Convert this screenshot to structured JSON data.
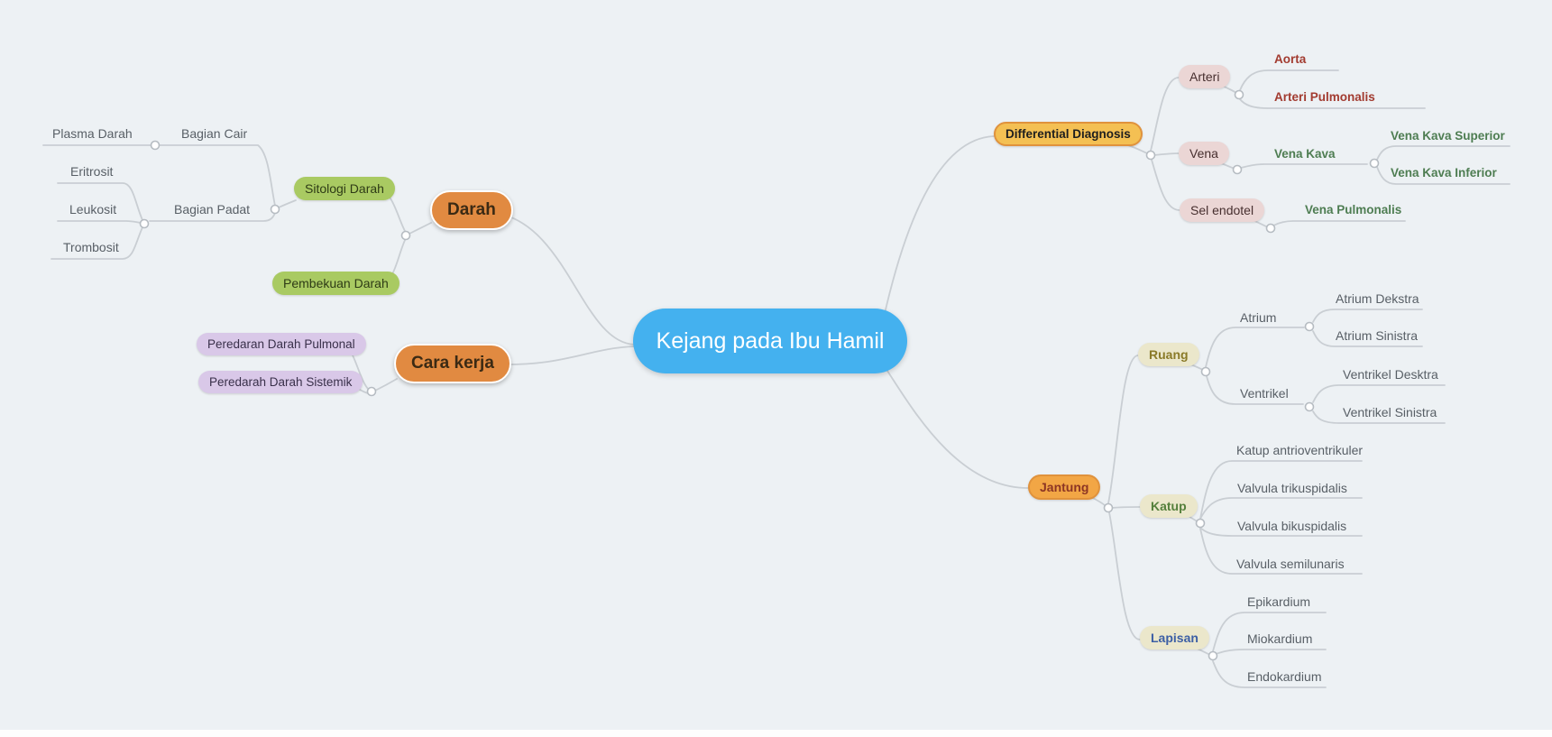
{
  "palette": {
    "background": "#edf1f4",
    "connector": "#c9ced3",
    "root_fill": "#44b1ef",
    "branch_orange": "#e18a41",
    "amber_fill": "#f4c053",
    "amber_border": "#e0923c",
    "green_fill": "#a9ca62",
    "lavender_fill": "#d9c8e8",
    "pink_fill": "#ebd6d5",
    "beige_fill": "#ebe7cb",
    "red_text": "#a23b30",
    "dark_green_text": "#4e7d52",
    "olive_text": "#8a7a28",
    "green_label_text": "#55803c",
    "blue_text": "#3c5fa5",
    "gray_text": "#585f66"
  },
  "nodes": {
    "root": {
      "label": "Kejang pada Ibu Hamil"
    },
    "darah": {
      "label": "Darah"
    },
    "sitologi_darah": {
      "label": "Sitologi Darah"
    },
    "pembekuan_darah": {
      "label": "Pembekuan Darah"
    },
    "bagian_cair": {
      "label": "Bagian Cair"
    },
    "plasma_darah": {
      "label": "Plasma Darah"
    },
    "bagian_padat": {
      "label": "Bagian Padat"
    },
    "eritrosit": {
      "label": "Eritrosit"
    },
    "leukosit": {
      "label": "Leukosit"
    },
    "trombosit": {
      "label": "Trombosit"
    },
    "cara_kerja": {
      "label": "Cara kerja"
    },
    "peredaran_darah_pulmonal": {
      "label": "Peredaran Darah Pulmonal"
    },
    "peredarah_darah_sistemik": {
      "label": "Peredarah Darah Sistemik"
    },
    "differential_diagnosis": {
      "label": "Differential Diagnosis"
    },
    "arteri": {
      "label": "Arteri"
    },
    "aorta": {
      "label": "Aorta"
    },
    "arteri_pulmonalis": {
      "label": "Arteri Pulmonalis"
    },
    "vena": {
      "label": "Vena"
    },
    "vena_kava": {
      "label": "Vena Kava"
    },
    "vena_kava_superior": {
      "label": "Vena Kava Superior"
    },
    "vena_kava_inferior": {
      "label": "Vena Kava Inferior"
    },
    "sel_endotel": {
      "label": "Sel endotel"
    },
    "vena_pulmonalis": {
      "label": "Vena Pulmonalis"
    },
    "jantung": {
      "label": "Jantung"
    },
    "ruang": {
      "label": "Ruang"
    },
    "atrium": {
      "label": "Atrium"
    },
    "atrium_dekstra": {
      "label": "Atrium Dekstra"
    },
    "atrium_sinistra": {
      "label": "Atrium Sinistra"
    },
    "ventrikel": {
      "label": "Ventrikel"
    },
    "ventrikel_desktra": {
      "label": "Ventrikel Desktra"
    },
    "ventrikel_sinistra": {
      "label": "Ventrikel Sinistra"
    },
    "katup": {
      "label": "Katup"
    },
    "katup_antrioventrikuler": {
      "label": "Katup antrioventrikuler"
    },
    "valvula_trikuspidalis": {
      "label": "Valvula trikuspidalis"
    },
    "valvula_bikuspidalis": {
      "label": "Valvula bikuspidalis"
    },
    "valvula_semilunaris": {
      "label": "Valvula semilunaris"
    },
    "lapisan": {
      "label": "Lapisan"
    },
    "epikardium": {
      "label": "Epikardium"
    },
    "miokardium": {
      "label": "Miokardium"
    },
    "endokardium": {
      "label": "Endokardium"
    }
  }
}
